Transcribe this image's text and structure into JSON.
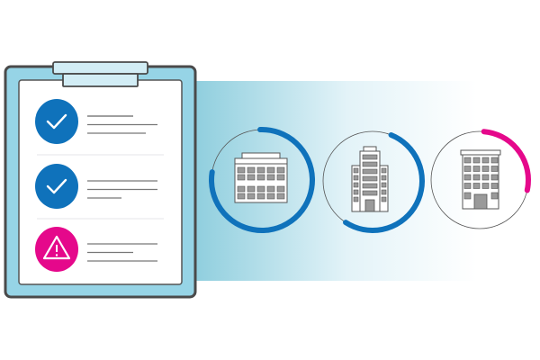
{
  "checklist": {
    "items": [
      {
        "status": "complete",
        "icon": "check-icon"
      },
      {
        "status": "complete",
        "icon": "check-icon"
      },
      {
        "status": "warning",
        "icon": "warning-triangle-icon"
      }
    ]
  },
  "buildings": [
    {
      "icon": "low-rise-building-icon",
      "progress": 0.78,
      "color": "#0f72bb"
    },
    {
      "icon": "tower-building-icon",
      "progress": 0.53,
      "color": "#0f72bb"
    },
    {
      "icon": "apartment-building-icon",
      "progress": 0.27,
      "color": "#e5088b"
    }
  ],
  "colors": {
    "blue": "#0f72bb",
    "pink": "#e5088b",
    "clipboard": "#96d4e6",
    "outline": "#4a4a4a"
  }
}
